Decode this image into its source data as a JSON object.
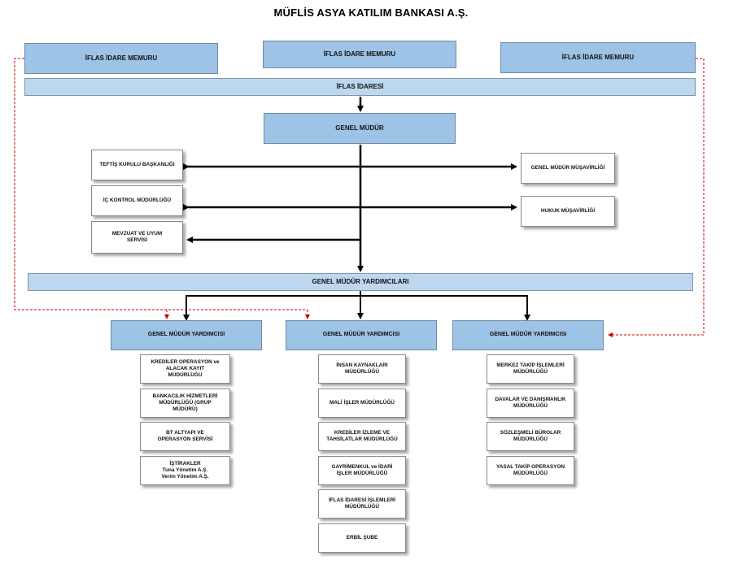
{
  "title": "MÜFLİS ASYA KATILIM BANKASI A.Ş.",
  "colors": {
    "box_blue": "#9dc3e6",
    "box_lightblue": "#bdd7ee",
    "arrow_black": "#000000",
    "dashed_red": "#d00000"
  },
  "top_row": {
    "memur_1": "İFLAS İDARE MEMURU",
    "memur_2": "İFLAS İDARE MEMURU",
    "memur_3": "İFLAS İDARE MEMURU"
  },
  "iflas_idaresi": "İFLAS İDARESİ",
  "genel_mudur": "GENEL MÜDÜR",
  "left_units": {
    "teftis": "TEFTİŞ KURULU BAŞKANLIĞI",
    "ic_kontrol": "İÇ KONTROL MÜDÜRLÜĞÜ",
    "mevzuat": "MEVZUAT VE UYUM\nSERVİSİ"
  },
  "right_units": {
    "musavirlik": "GENEL MÜDÜR MÜŞAVİRLİĞİ",
    "hukuk": "HUKUK MÜŞAVİRLİĞİ"
  },
  "yardimcilari_bar": "GENEL MÜDÜR YARDIMCILARI",
  "yardimci_left": "GENEL MÜDÜR YARDIMCISI",
  "yardimci_center": "GENEL MÜDÜR YARDIMCISI",
  "yardimci_right": "GENEL MÜDÜR YARDIMCISI",
  "col_left": [
    "KREDİLER OPERASYON ve\nALACAK KAYIT\nMÜDÜRLÜĞÜ",
    "BANKACILIK HİZMETLERİ\nMÜDÜRLÜĞÜ        (GRUP\nMÜDÜRÜ)",
    "BT ALTYAPI VE\nOPERASYON SERVİSİ",
    "İŞTİRAKLER\nTuna Yönetim A.Ş.\nVerim Yönetim A.Ş."
  ],
  "col_center": [
    "İNSAN KAYNAKLARI\nMÜDÜRLÜĞÜ",
    "MALİ İŞLER MÜDÜRLÜĞÜ",
    "KREDİLER İZLEME VE\nTAHSİLATLAR MÜDÜRLÜĞÜ",
    "GAYRİMENKUL ve İDARİ\nİŞLER MÜDÜRLÜĞÜ",
    "İFLAS İDARESİ İŞLEMLERİ\nMÜDÜRLÜĞÜ",
    "ERBİL ŞUBE"
  ],
  "col_right": [
    "MERKEZ TAKİP İŞLEMLERİ\nMÜDÜRLÜĞÜ",
    "DAVALAR VE DANIŞMANLIK\nMÜDÜRLÜĞÜ",
    "SÖZLEŞMELİ BÜROLAR\nMÜDÜRLÜĞÜ",
    "YASAL TAKİP OPERASYON\nMÜDÜRLÜĞÜ"
  ]
}
